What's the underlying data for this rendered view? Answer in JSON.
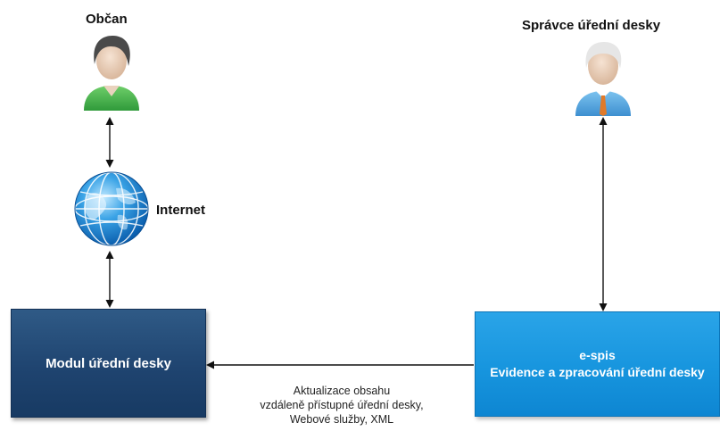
{
  "actors": {
    "citizen": {
      "label": "Občan",
      "icon": "citizen-person-icon"
    },
    "administrator": {
      "label": "Správce úřední desky",
      "icon": "administrator-person-icon"
    }
  },
  "internet": {
    "label": "Internet",
    "icon": "globe-icon"
  },
  "boxes": {
    "module": {
      "title": "Modul úřední desky",
      "color": "#1f4470"
    },
    "espis": {
      "line1": "e-spis",
      "line2": "Evidence a zpracování úřední desky",
      "color": "#1795de"
    }
  },
  "connection": {
    "line1": "Aktualizace obsahu",
    "line2": "vzdáleně přístupné úřední desky,",
    "line3": "Webové služby, XML"
  }
}
